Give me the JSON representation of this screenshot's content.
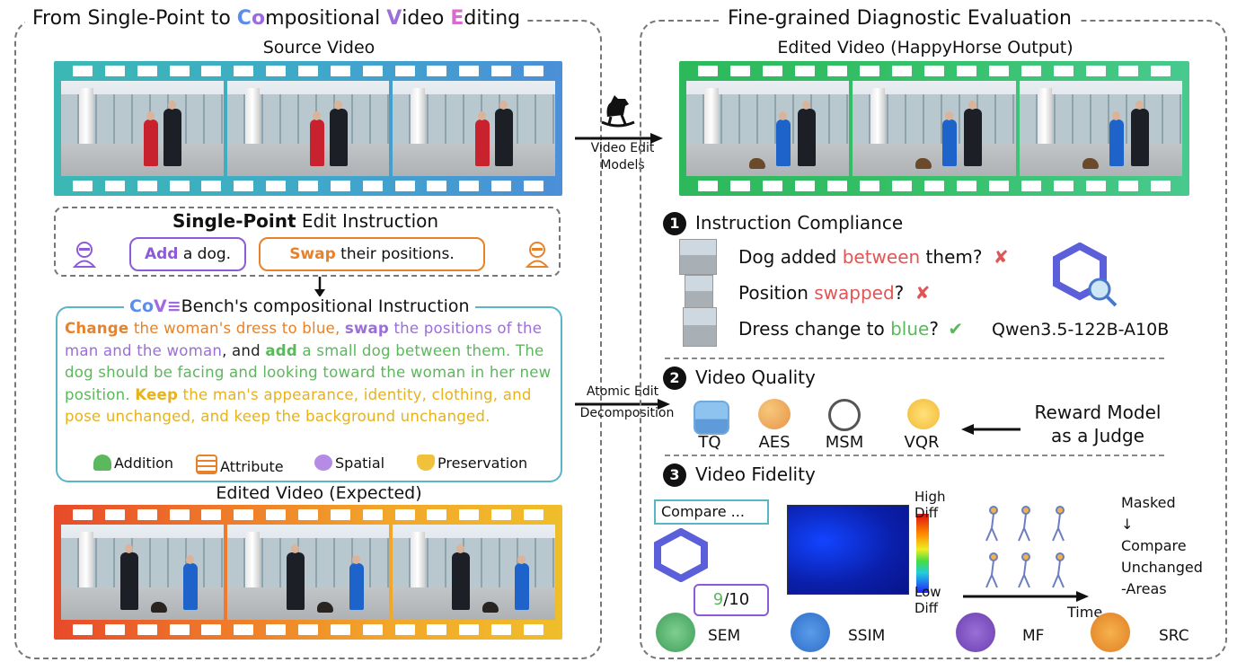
{
  "left_panel": {
    "title_parts": [
      "From Single-Point to ",
      "C",
      "o",
      "mpositional ",
      "V",
      "ideo ",
      "E",
      "diting"
    ],
    "source_video_label": "Source Video",
    "single_point": {
      "title_bold": "Single-Point",
      "title_rest": " Edit Instruction",
      "bubble1_bold": "Add",
      "bubble1_rest": " a dog.",
      "bubble2_bold": "Swap",
      "bubble2_rest": " their positions."
    },
    "compositional": {
      "logo_text": "Co",
      "logo_rest": "V≡",
      "title": "Bench's compositional Instruction",
      "segments": [
        {
          "text": "Change",
          "bold": true,
          "color": "#E8822A"
        },
        {
          "text": " the woman's dress to blue, ",
          "bold": false,
          "color": "#E8822A"
        },
        {
          "text": "swap",
          "bold": true,
          "color": "#9B6FD6"
        },
        {
          "text": " the positions of the man and the woman",
          "bold": false,
          "color": "#9B6FD6"
        },
        {
          "text": ", and ",
          "bold": false,
          "color": "#222222"
        },
        {
          "text": "add",
          "bold": true,
          "color": "#5CB85C"
        },
        {
          "text": " a small dog between them. The dog should be facing and looking toward the woman in her new position. ",
          "bold": false,
          "color": "#5CB85C"
        },
        {
          "text": "Keep",
          "bold": true,
          "color": "#E6B21E"
        },
        {
          "text": " the man's appearance, identity, clothing, and pose unchanged, and keep the background unchanged.",
          "bold": false,
          "color": "#E6B21E"
        }
      ],
      "legend": [
        "Addition",
        "Attribute",
        "Spatial",
        "Preservation"
      ]
    },
    "expected_label": "Edited Video (Expected)"
  },
  "middle": {
    "arrow1_label_line1": "Video Edit",
    "arrow1_label_line2": "Models",
    "arrow2_label_line1": "Atomic Edit",
    "arrow2_label_line2": "Decomposition"
  },
  "right_panel": {
    "title": "Fine-grained Diagnostic Evaluation",
    "edited_label": "Edited Video (HappyHorse Output)",
    "s1": {
      "num": "1",
      "title": "Instruction Compliance",
      "q1_pre": "Dog added ",
      "q1_hl": "between",
      "q1_post": " them?",
      "q1_mark": "✘",
      "q2_pre": "Position ",
      "q2_hl": "swapped",
      "q2_post": "?",
      "q2_mark": "✘",
      "q3_pre": "Dress change to ",
      "q3_hl": "blue",
      "q3_post": "?",
      "q3_mark": "✔",
      "judge_model": "Qwen3.5-122B-A10B"
    },
    "s2": {
      "num": "2",
      "title": "Video Quality",
      "metrics": [
        "TQ",
        "AES",
        "MSM",
        "VQR"
      ],
      "judge_line1": "Reward Model",
      "judge_line2": "as a Judge"
    },
    "s3": {
      "num": "3",
      "title": "Video Fidelity",
      "compare_text": "Compare ...",
      "score_num": "9",
      "score_den": "/10",
      "heat_high": "High",
      "heat_high2": "Diff",
      "heat_low": "Low",
      "heat_low2": "Diff",
      "time_label": "Time",
      "masked_lines": [
        "Masked",
        "↓",
        "Compare",
        "Unchanged",
        "-Areas"
      ],
      "metrics": [
        "SEM",
        "SSIM",
        "MF",
        "SRC"
      ]
    }
  },
  "colors": {
    "title_C": "#5B8DEF",
    "title_o": "#A06BE0",
    "title_V": "#9B6FD6",
    "title_E": "#D96BD0",
    "purple": "#8E5BD6",
    "orange": "#E8822A",
    "red": "#E05555",
    "green": "#5CB85C"
  }
}
